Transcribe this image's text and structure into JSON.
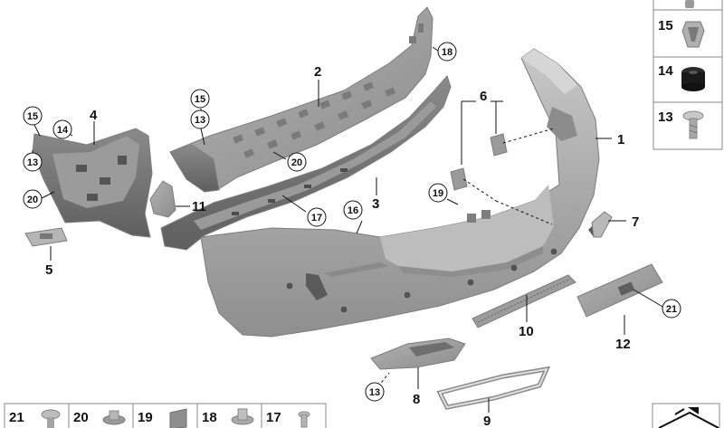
{
  "callouts": {
    "c1": "1",
    "c2": "2",
    "c3": "3",
    "c4": "4",
    "c5": "5",
    "c6": "6",
    "c7": "7",
    "c8": "8",
    "c9": "9",
    "c10": "10",
    "c11": "11",
    "c12": "12",
    "c16": "16",
    "c18": "18",
    "c19": "19",
    "c20a": "20",
    "c20b": "20",
    "c21": "21",
    "c15a": "15",
    "c15b": "15",
    "c14": "14",
    "c13a": "13",
    "c13b": "13",
    "c13c": "13",
    "c17": "17"
  },
  "side_panel": [
    "15",
    "14",
    "13"
  ],
  "bottom_panel": [
    "21",
    "20",
    "19",
    "18",
    "17"
  ]
}
